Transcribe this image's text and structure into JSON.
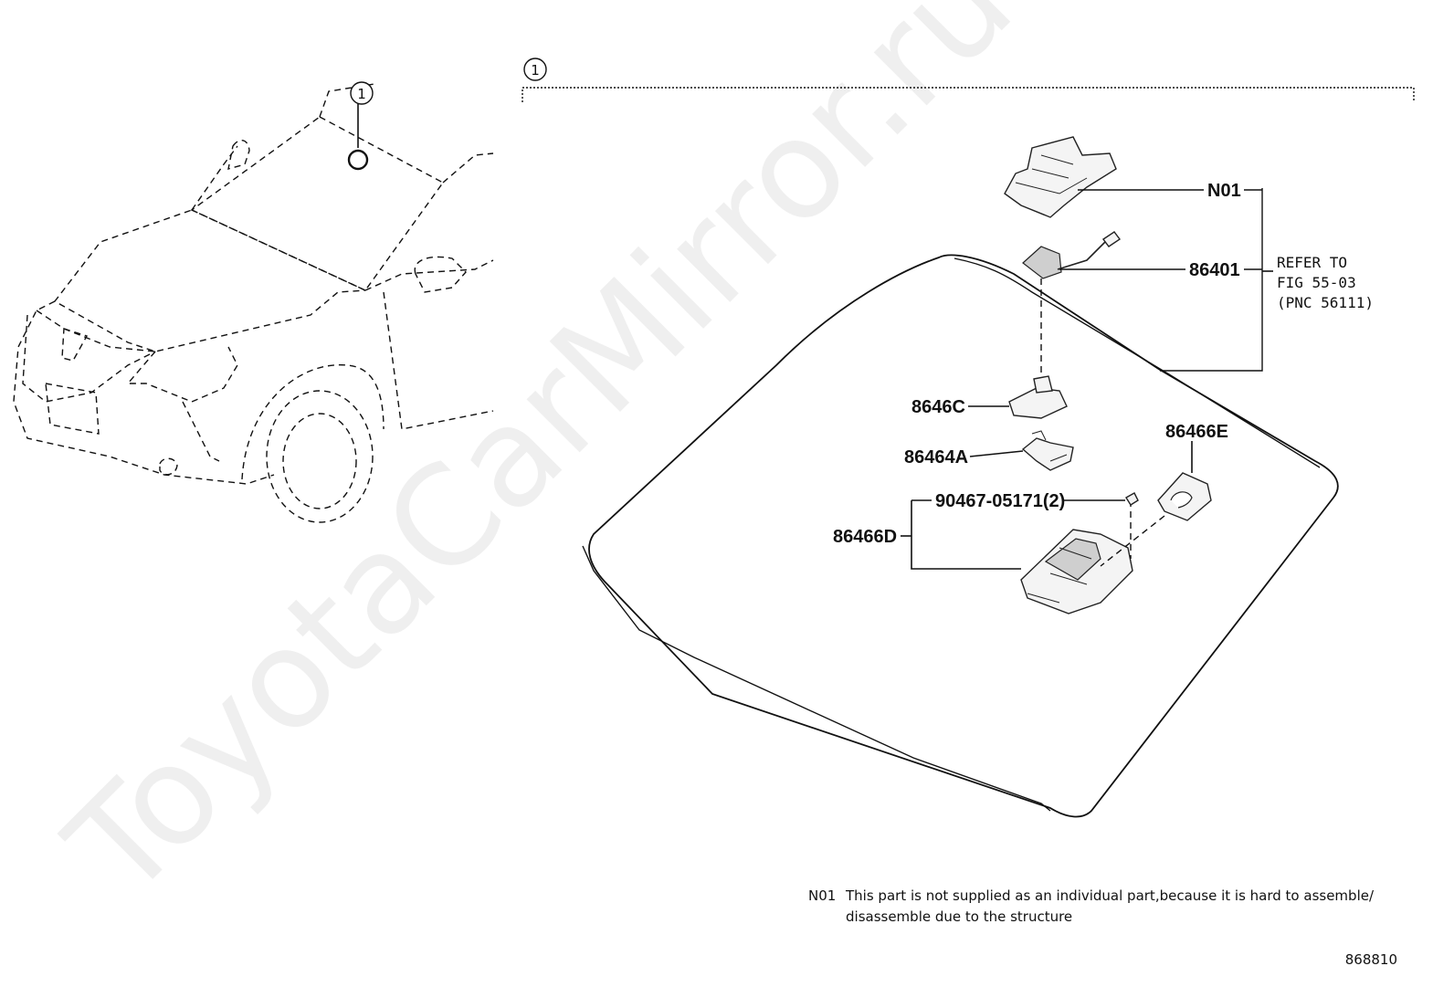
{
  "watermark": "ToyotaCarMirror.ru",
  "callouts": {
    "car_ref": "1",
    "assembly_ref": "1"
  },
  "labels": {
    "n01": "N01",
    "p86401": "86401",
    "p8646c": "8646C",
    "p86464a": "86464A",
    "p86466e": "86466E",
    "p90467": "90467-05171(2)",
    "p86466d": "86466D"
  },
  "refer": {
    "line1": "REFER TO",
    "line2": "FIG 55-03",
    "line3": "(PNC 56111)"
  },
  "footnote": {
    "code": "N01",
    "line1": "This part is not supplied as an individual part,because it is hard to assemble/",
    "line2": "disassemble due to the structure"
  },
  "figure_id": "868810"
}
